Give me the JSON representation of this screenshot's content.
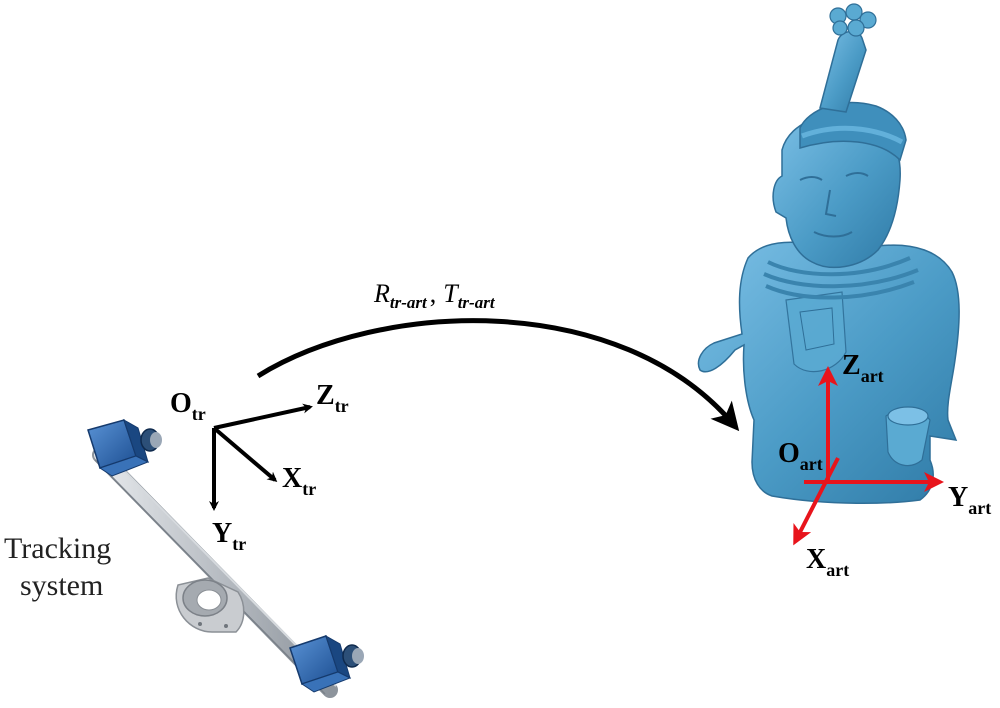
{
  "tracking_system": {
    "label_line1": "Tracking",
    "label_line2": "system"
  },
  "tracker_frame": {
    "origin": {
      "main": "O",
      "sub": "tr"
    },
    "axis_z": {
      "main": "Z",
      "sub": "tr"
    },
    "axis_x": {
      "main": "X",
      "sub": "tr"
    },
    "axis_y": {
      "main": "Y",
      "sub": "tr"
    }
  },
  "transform": {
    "rotation": {
      "main": "R",
      "sub": "tr-art"
    },
    "separator": ",",
    "translation": {
      "main": "T",
      "sub": "tr-art"
    }
  },
  "artifact_frame": {
    "origin": {
      "main": "O",
      "sub": "art"
    },
    "axis_z": {
      "main": "Z",
      "sub": "art"
    },
    "axis_y": {
      "main": "Y",
      "sub": "art"
    },
    "axis_x": {
      "main": "X",
      "sub": "art"
    }
  },
  "colors": {
    "tracker_axes": "#000000",
    "artifact_axes": "#e8141c",
    "statue": "#4b9bc6",
    "camera": "#2a66b0",
    "rail": "#b9bec4"
  }
}
